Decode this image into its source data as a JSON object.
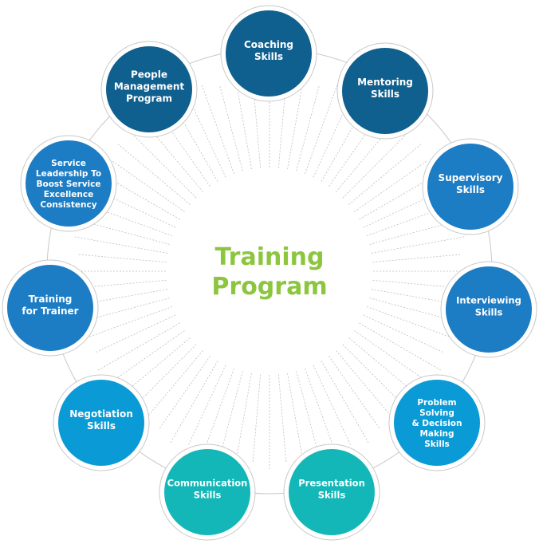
{
  "title": {
    "line1": "Training",
    "line2": "Program"
  },
  "colors": {
    "dark": "#0f5f8f",
    "mid": "#1c7cc4",
    "light": "#0a9ad6",
    "teal": "#14b7b8",
    "title": "#8cc63f"
  },
  "nodes": [
    {
      "lines": [
        "Coaching",
        "Skills"
      ],
      "color": "#0f5f8f"
    },
    {
      "lines": [
        "Mentoring",
        "Skills"
      ],
      "color": "#0f5f8f"
    },
    {
      "lines": [
        "Supervisory",
        "Skills"
      ],
      "color": "#1c7cc4"
    },
    {
      "lines": [
        "Interviewing",
        "Skills"
      ],
      "color": "#1c7cc4"
    },
    {
      "lines": [
        "Problem",
        "Solving",
        "& Decision",
        "Making",
        "Skills"
      ],
      "color": "#0a9ad6"
    },
    {
      "lines": [
        "Presentation",
        "Skills"
      ],
      "color": "#14b7b8"
    },
    {
      "lines": [
        "Communication",
        "Skills"
      ],
      "color": "#14b7b8"
    },
    {
      "lines": [
        "Negotiation",
        "Skills"
      ],
      "color": "#0a9ad6"
    },
    {
      "lines": [
        "Training",
        "for Trainer"
      ],
      "color": "#1c7cc4"
    },
    {
      "lines": [
        "Service",
        "Leadership To",
        "Boost Service",
        "Excellence",
        "Consistency"
      ],
      "color": "#1c7cc4"
    },
    {
      "lines": [
        "People",
        "Management",
        "Program"
      ],
      "color": "#0f5f8f"
    }
  ]
}
